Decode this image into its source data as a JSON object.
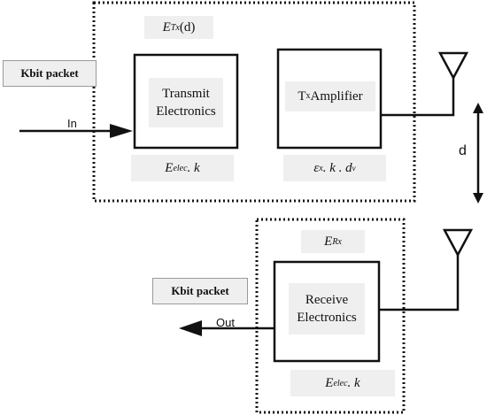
{
  "transmitter": {
    "energy_label": {
      "main": "E",
      "sub": "Tx",
      "tail": "(d)"
    },
    "packet_label": "Kbit packet",
    "input_label": "In",
    "electronics": {
      "line1": "Transmit",
      "line2": "Electronics"
    },
    "electronics_cost": {
      "main": "E",
      "sub": "elec",
      "tail": " . k"
    },
    "amplifier": {
      "main": "T",
      "sub": "x",
      "tail": " Amplifier"
    },
    "amplifier_cost": {
      "main": "ε",
      "sub": "x",
      "mid": " . k . d",
      "sup": "ν"
    }
  },
  "distance_label": "d",
  "receiver": {
    "energy_label": {
      "main": "E",
      "sub": "Rx"
    },
    "packet_label": "Kbit packet",
    "output_label": "Out",
    "electronics": {
      "line1": "Receive",
      "line2": "Electronics"
    },
    "electronics_cost": {
      "main": "E",
      "sub": "elec",
      "tail": " . k"
    }
  }
}
